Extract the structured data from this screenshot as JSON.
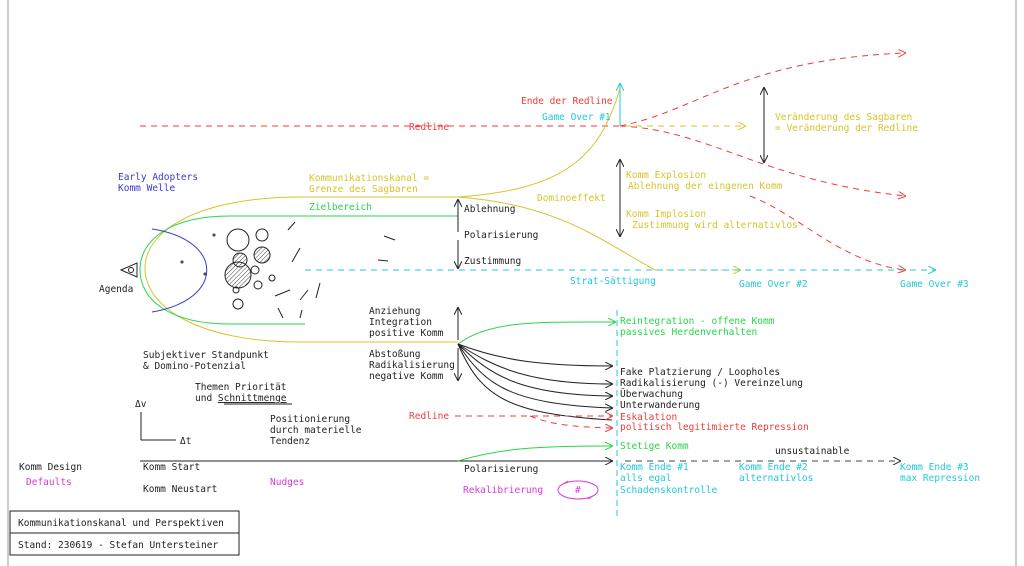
{
  "colors": {
    "red": "#ef3b3b",
    "cyan": "#22c8d8",
    "yellow": "#d6c52a",
    "green": "#27d64a",
    "blue": "#3a3ad0",
    "magenta": "#d93ad9",
    "black": "#222222",
    "gray": "#888888"
  },
  "labels": {
    "ende_redline": "Ende der Redline",
    "game_over_1": "Game Over #1",
    "redline_top": "Redline",
    "veraenderung_1": "Veränderung des Sagbaren",
    "veraenderung_2": "= Veränderung der Redline",
    "early_adopters_1": "Early Adopters",
    "early_adopters_2": "Komm Welle",
    "kanal_1": "Kommunikationskanal =",
    "kanal_2": "Grenze des Sagbaren",
    "zielbereich": "Zielbereich",
    "ablehnung": "Ablehnung",
    "polarisierung": "Polarisierung",
    "zustimmung": "Zustimmung",
    "dominoeffekt": "Dominoeffekt",
    "explosion_1": "Komm Explosion",
    "explosion_2": "Ablehnung der eingenen Komm",
    "implosion_1": "Komm Implosion",
    "implosion_2": "Zustimmung wird alternativlos",
    "agenda": "Agenda",
    "strat_saettigung": "Strat-Sättigung",
    "game_over_2": "Game Over #2",
    "game_over_3": "Game Over #3",
    "anziehung_1": "Anziehung",
    "anziehung_2": "Integration",
    "anziehung_3": "positive Komm",
    "reintegration_1": "Reintegration - offene Komm",
    "reintegration_2": "passives Herdenverhalten",
    "subjektiv_1": "Subjektiver Standpunkt",
    "subjektiv_2": "& Domino-Potenzial",
    "abstossung_1": "Abstoßung",
    "abstossung_2": "Radikalisierung",
    "abstossung_3": "negative Komm",
    "fake": "Fake Platzierung / Loopholes",
    "radikalisierung": "Radikalisierung (-) Vereinzelung",
    "ueberwachung": "Überwachung",
    "unterwanderung": "Unterwanderung",
    "themen_1": "Themen Priorität",
    "themen_2a": "und ",
    "themen_2b": "Schnittmenge",
    "redline_low": "Redline",
    "eskalation": "Eskalation",
    "repression": "politisch legitimierte Repression",
    "delta_v": "Δv",
    "delta_t": "Δt",
    "position_1": "Positionierung",
    "position_2": "durch materielle",
    "position_3": "Tendenz",
    "stetige_komm": "Stetige Komm",
    "unsustainable": "unsustainable",
    "komm_design": "Komm Design",
    "defaults": "Defaults",
    "komm_start": "Komm Start",
    "komm_neustart": "Komm Neustart",
    "nudges": "Nudges",
    "polarisierung_low": "Polarisierung",
    "rekalibrierung": "Rekalibrierung",
    "hash": "#",
    "ende1_1": "Komm Ende #1",
    "ende1_2": "alls egal",
    "ende1_3": "Schadenskontrolle",
    "ende2_1": "Komm Ende #2",
    "ende2_2": "alternativlos",
    "ende3_1": "Komm Ende #3",
    "ende3_2": "max Repression",
    "title_block_1": "Kommunikationskanal und Perspektiven",
    "title_block_2": "Stand: 230619 - Stefan Untersteiner"
  }
}
